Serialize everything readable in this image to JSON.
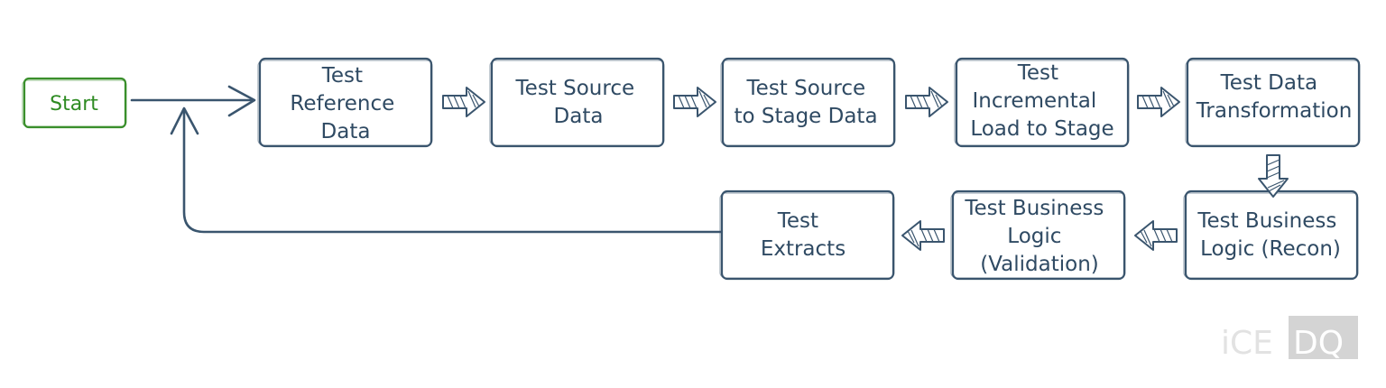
{
  "start": {
    "label": "Start"
  },
  "steps": [
    {
      "id": "ref",
      "lines": [
        "Test",
        "Reference",
        "Data"
      ]
    },
    {
      "id": "src",
      "lines": [
        "Test Source",
        "Data"
      ]
    },
    {
      "id": "stage",
      "lines": [
        "Test Source",
        "to Stage Data"
      ]
    },
    {
      "id": "incr",
      "lines": [
        "Test",
        "Incremental",
        "Load to Stage"
      ]
    },
    {
      "id": "transform",
      "lines": [
        "Test Data",
        "Transformation"
      ]
    },
    {
      "id": "recon",
      "lines": [
        "Test Business",
        "Logic (Recon)"
      ]
    },
    {
      "id": "validation",
      "lines": [
        "Test Business",
        "Logic",
        "(Validation)"
      ]
    },
    {
      "id": "extracts",
      "lines": [
        "Test",
        "Extracts"
      ]
    }
  ],
  "watermark": {
    "plain": "iCE",
    "boxed": "DQ"
  },
  "colors": {
    "ink": "#3a556e",
    "text": "#2f4a63",
    "start": "#2e8b22"
  }
}
